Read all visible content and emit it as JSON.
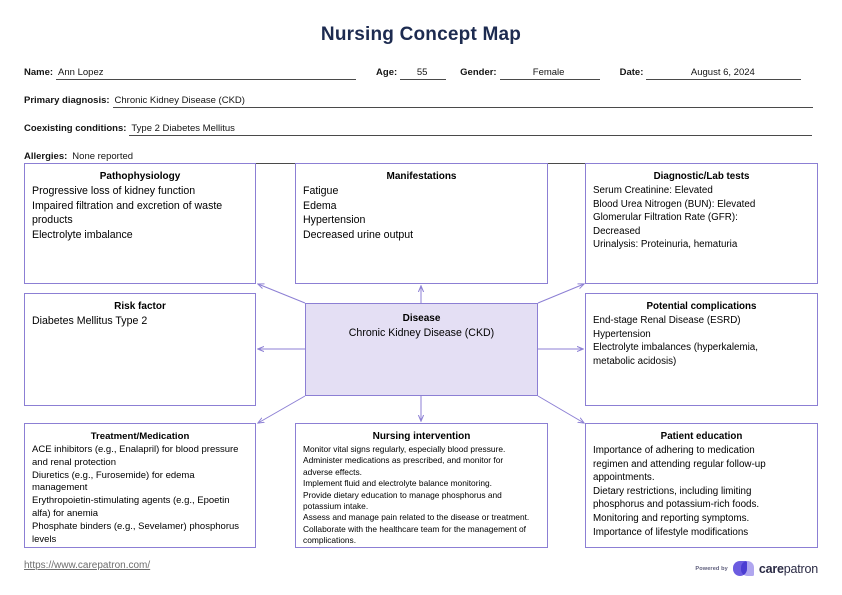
{
  "document": {
    "title": "Nursing Concept Map",
    "title_color": "#1d2b50"
  },
  "header": {
    "fields": [
      {
        "label": "Name:",
        "value": "Ann Lopez"
      },
      {
        "label": "Age:",
        "value": "55"
      },
      {
        "label": "Gender:",
        "value": "Female"
      },
      {
        "label": "Date:",
        "value": "August 6, 2024"
      },
      {
        "label": "Primary diagnosis:",
        "value": "Chronic Kidney Disease (CKD)"
      },
      {
        "label": "Coexisting conditions:",
        "value": "Type 2 Diabetes Mellitus"
      },
      {
        "label": "Allergies:",
        "value": "None reported"
      }
    ]
  },
  "map": {
    "accent_border": "#8c7fd4",
    "center_fill": "#e4dff4",
    "center": {
      "title": "Disease",
      "lines": [
        "Chronic Kidney Disease (CKD)"
      ]
    },
    "boxes": [
      {
        "id": "pathophysiology",
        "title": "Pathophysiology",
        "lines": [
          "Progressive loss of kidney function",
          "Impaired filtration and excretion of waste",
          "products",
          "Electrolyte imbalance"
        ]
      },
      {
        "id": "manifestations",
        "title": "Manifestations",
        "lines": [
          "Fatigue",
          "Edema",
          "Hypertension",
          "Decreased urine output"
        ]
      },
      {
        "id": "diagnostic-lab-tests",
        "title": "Diagnostic/Lab tests",
        "lines": [
          "Serum Creatinine: Elevated",
          "Blood Urea Nitrogen (BUN): Elevated",
          "Glomerular Filtration Rate (GFR):",
          "Decreased",
          "Urinalysis: Proteinuria, hematuria"
        ]
      },
      {
        "id": "risk-factor",
        "title": "Risk factor",
        "lines": [
          "Diabetes Mellitus Type 2"
        ]
      },
      {
        "id": "potential-complications",
        "title": "Potential complications",
        "lines": [
          "End-stage Renal Disease (ESRD)",
          "Hypertension",
          "Electrolyte imbalances (hyperkalemia,",
          "metabolic acidosis)"
        ]
      },
      {
        "id": "treatment-medication",
        "title": "Treatment/Medication",
        "lines": [
          "ACE inhibitors (e.g., Enalapril) for blood pressure",
          "and renal protection",
          "Diuretics (e.g., Furosemide) for edema",
          "management",
          "Erythropoietin-stimulating agents (e.g., Epoetin",
          "alfa) for anemia",
          "Phosphate binders (e.g., Sevelamer) phosphorus",
          "levels"
        ]
      },
      {
        "id": "nursing-intervention",
        "title": "Nursing intervention",
        "lines": [
          "Monitor vital signs regularly, especially blood pressure.",
          "Administer medications as prescribed, and monitor for",
          "adverse effects.",
          "Implement fluid and electrolyte balance monitoring.",
          "Provide dietary education to manage phosphorus and",
          "potassium intake.",
          "Assess and manage pain related to the disease or treatment.",
          "Collaborate with the healthcare team for the management of",
          "complications."
        ]
      },
      {
        "id": "patient-education",
        "title": "Patient education",
        "lines": [
          "Importance of adhering to medication",
          "regimen and attending regular follow-up",
          "appointments.",
          "Dietary restrictions, including limiting",
          "phosphorus and potassium-rich foods.",
          "Monitoring and reporting symptoms.",
          "Importance of lifestyle modifications"
        ]
      }
    ]
  },
  "footer": {
    "url": "https://www.carepatron.com/",
    "powered_by": "Powered by",
    "brand_bold": "care",
    "brand_light": "patron"
  }
}
